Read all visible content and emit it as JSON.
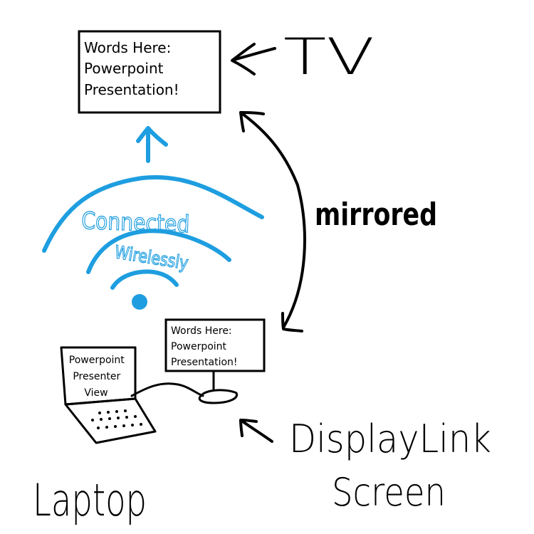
{
  "tv": {
    "label": "TV",
    "screen_lines": [
      "Words Here:",
      "Powerpoint",
      "Presentation!"
    ]
  },
  "wireless": {
    "line1": "Connected",
    "line2": "Wirelessly"
  },
  "mirrored_label": "mirrored",
  "display_link": {
    "screen_lines": [
      "Words Here:",
      "Powerpoint",
      "Presentation!"
    ],
    "label_line1": "DisplayLink",
    "label_line2": "Screen"
  },
  "laptop": {
    "screen_lines": [
      "Powerpoint",
      "Presenter",
      "View"
    ],
    "label": "Laptop"
  },
  "colors": {
    "ink": "#000000",
    "wifi_blue": "#1e9ee0"
  }
}
